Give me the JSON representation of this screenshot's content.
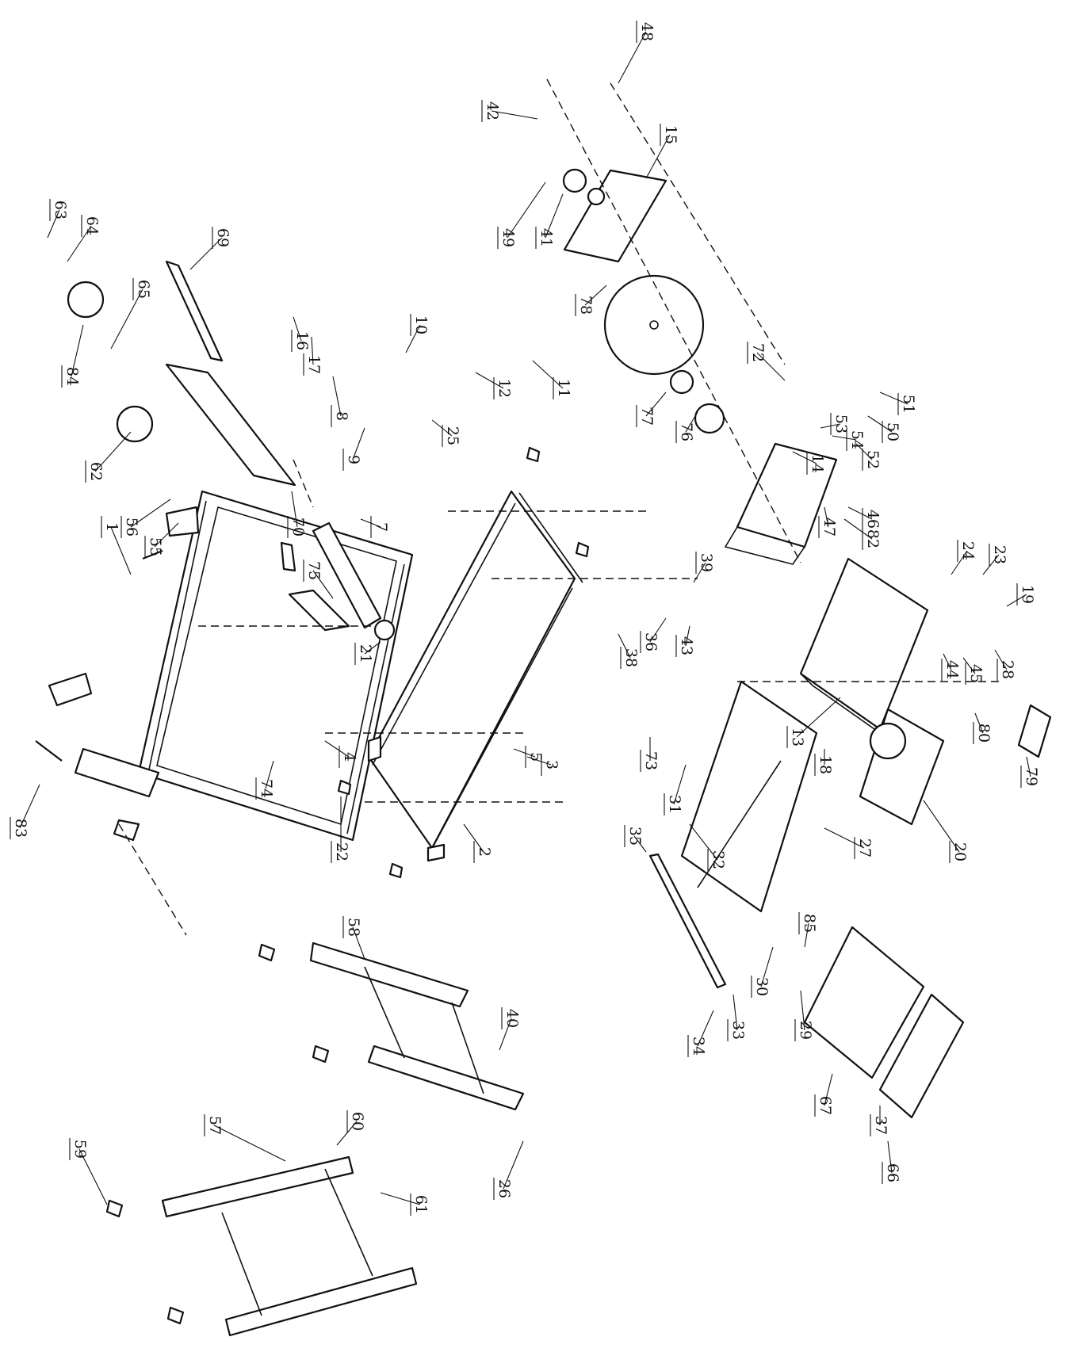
{
  "diagram": {
    "kind": "exploded-parts-view",
    "orientation_note": "rotated 90 degrees clockwise",
    "callouts": [
      "1",
      "2",
      "3",
      "4",
      "5",
      "7",
      "8",
      "9",
      "10",
      "11",
      "12",
      "13",
      "14",
      "15",
      "16",
      "17",
      "18",
      "19",
      "20",
      "21",
      "22",
      "23",
      "24",
      "25",
      "26",
      "27",
      "28",
      "29",
      "30",
      "31",
      "32",
      "33",
      "34",
      "35",
      "36",
      "37",
      "38",
      "39",
      "40",
      "41",
      "42",
      "43",
      "44",
      "45",
      "46",
      "47",
      "48",
      "49",
      "50",
      "51",
      "52",
      "53",
      "54",
      "55",
      "56",
      "57",
      "58",
      "59",
      "60",
      "61",
      "62",
      "63",
      "64",
      "65",
      "66",
      "67",
      "69",
      "70",
      "72",
      "73",
      "74",
      "75",
      "76",
      "77",
      "78",
      "79",
      "80",
      "82",
      "83",
      "84",
      "85"
    ]
  }
}
